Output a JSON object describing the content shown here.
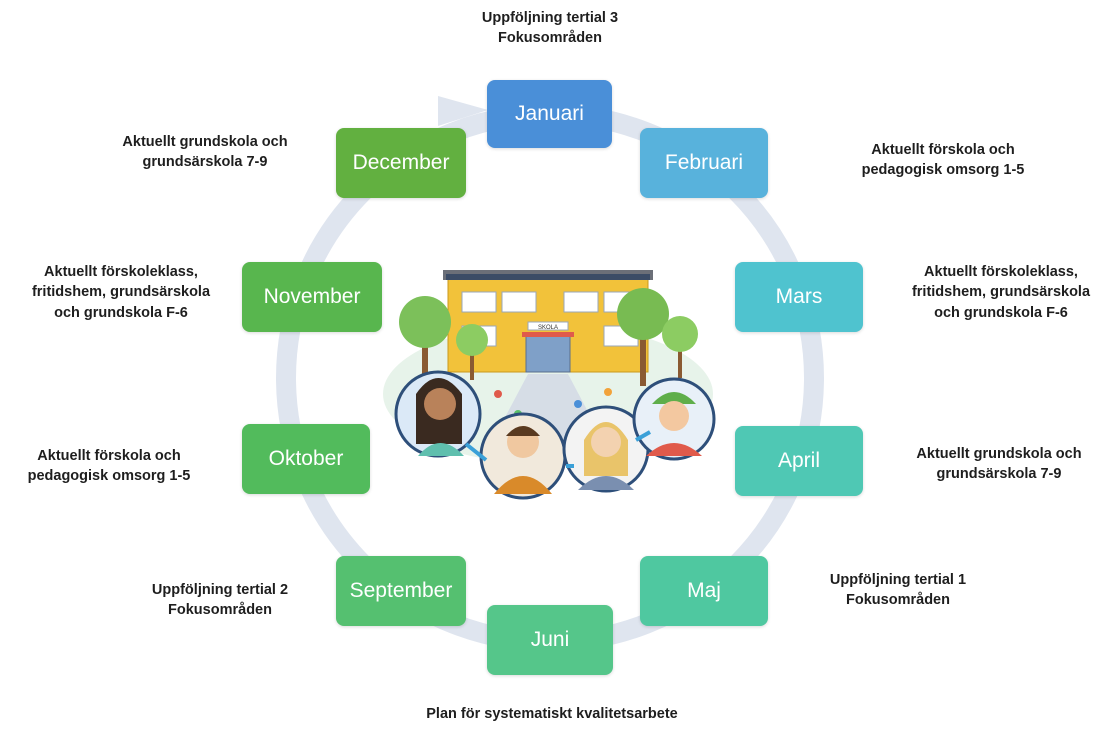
{
  "caption": "Plan för systematiskt kvalitetsarbete",
  "months": {
    "januari": {
      "label": "Januari",
      "color": "#4a8fd8"
    },
    "februari": {
      "label": "Februari",
      "color": "#58b2dc"
    },
    "mars": {
      "label": "Mars",
      "color": "#4fc3cf"
    },
    "april": {
      "label": "April",
      "color": "#4fc8b4"
    },
    "maj": {
      "label": "Maj",
      "color": "#4fc8a0"
    },
    "juni": {
      "label": "Juni",
      "color": "#55c68a"
    },
    "september": {
      "label": "September",
      "color": "#55c070"
    },
    "oktober": {
      "label": "Oktober",
      "color": "#52bb5c"
    },
    "november": {
      "label": "November",
      "color": "#58b64e"
    },
    "december": {
      "label": "December",
      "color": "#62b040"
    }
  },
  "notes": {
    "top": {
      "line1": "Uppföljning tertial 3",
      "line2": "Fokusområden"
    },
    "februari": {
      "line1": "Aktuellt förskola och",
      "line2": "pedagogisk omsorg 1-5"
    },
    "mars": {
      "line1": "Aktuellt förskoleklass,",
      "line2": "fritidshem, grundsärskola",
      "line3": "och grundskola F-6"
    },
    "april": {
      "line1": "Aktuellt grundskola och",
      "line2": "grundsärskola 7-9"
    },
    "maj": {
      "line1": "Uppföljning tertial 1",
      "line2": "Fokusområden"
    },
    "september": {
      "line1": "Uppföljning tertial 2",
      "line2": "Fokusområden"
    },
    "oktober": {
      "line1": "Aktuellt förskola och",
      "line2": "pedagogisk omsorg 1-5"
    },
    "november": {
      "line1": "Aktuellt förskoleklass,",
      "line2": "fritidshem, grundsärskola",
      "line3": "och grundskola F-6"
    },
    "december": {
      "line1": "Aktuellt grundskola och",
      "line2": "grundsärskola 7-9"
    }
  },
  "illustration": {
    "school_sign": "SKOLA"
  },
  "colors": {
    "ring": "#dfe5ef",
    "school": "#f2c23a"
  }
}
